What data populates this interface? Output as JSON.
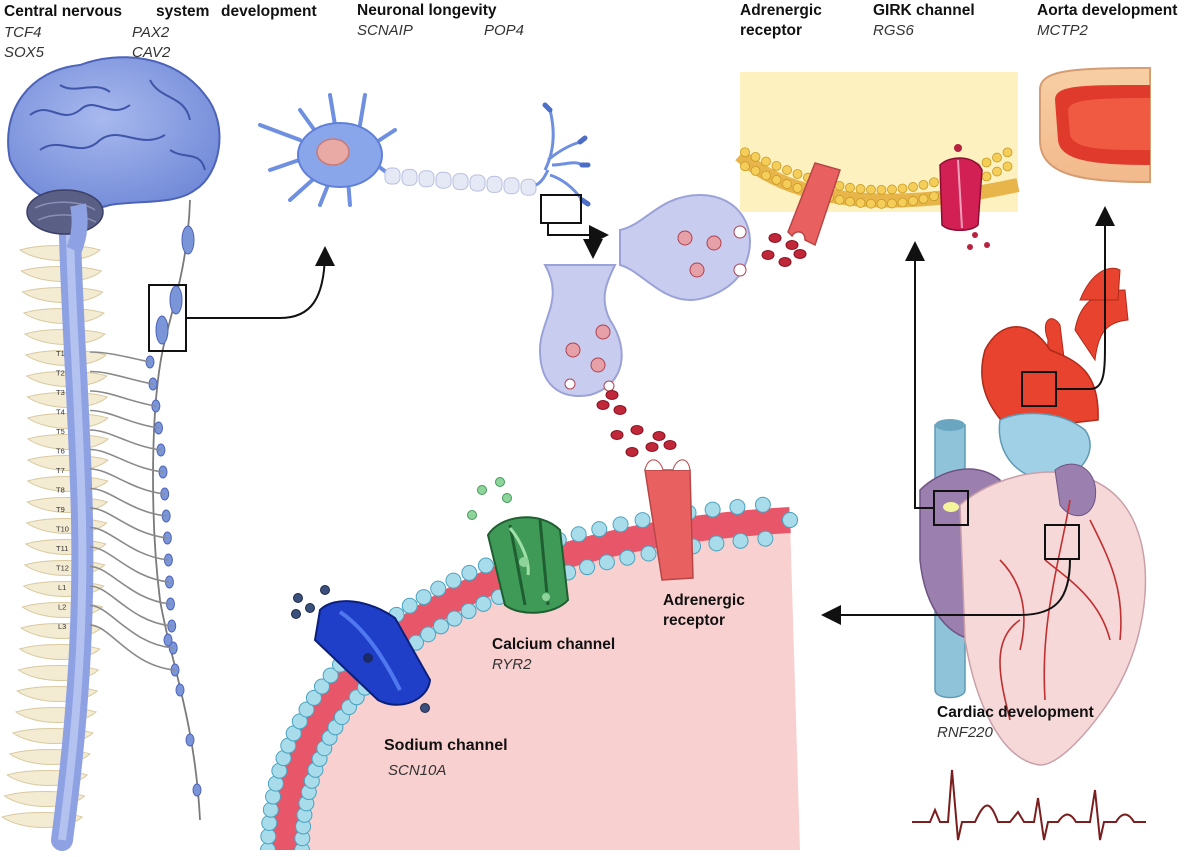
{
  "labels": {
    "cns_title_a": "Central nervous",
    "cns_title_b": "system",
    "cns_title_c": "development",
    "cns_gene_1": "TCF4",
    "cns_gene_2": "SOX5",
    "cns_gene_3": "PAX2",
    "cns_gene_4": "CAV2",
    "neuron_title": "Neuronal longevity",
    "neuron_gene_1": "SCNAIP",
    "neuron_gene_2": "POP4",
    "adr_top_1": "Adrenergic",
    "adr_top_2": "receptor",
    "girk_title": "GIRK channel",
    "girk_gene": "RGS6",
    "aorta_title": "Aorta development",
    "aorta_gene": "MCTP2",
    "adr_bottom_1": "Adrenergic",
    "adr_bottom_2": "receptor",
    "calcium_title": "Calcium channel",
    "calcium_gene": "RYR2",
    "sodium_title": "Sodium channel",
    "sodium_gene": "SCN10A",
    "cardiac_title": "Cardiac development",
    "cardiac_gene": "RNF220"
  },
  "vertebrae": [
    "T1",
    "T2",
    "T3",
    "T4",
    "T5",
    "T6",
    "T7",
    "T8",
    "T9",
    "T10",
    "T11",
    "T12",
    "L1",
    "L2",
    "L3"
  ],
  "colors": {
    "nerve": "#7b96d8",
    "membrane": "#e8566a",
    "lipid_head": "#9fd6e6",
    "cytoplasm": "#f9d0d0",
    "vesicle": "#c8cdf0",
    "neurotransmitter": "#c0283a",
    "heart_red": "#e8432e",
    "heart_blue": "#8ec3d9",
    "sodium_channel": "#1f3fc9",
    "calcium_channel": "#3f9a58",
    "girk_channel": "#d21f54",
    "receptor": "#e8605f"
  }
}
